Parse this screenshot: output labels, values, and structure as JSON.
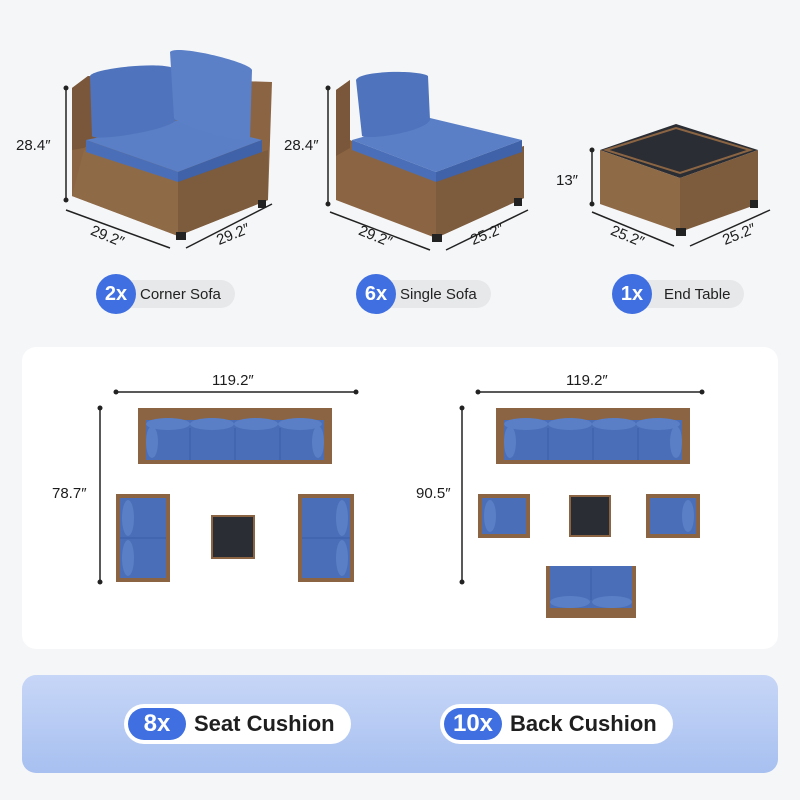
{
  "products": [
    {
      "count": "2x",
      "name": "Corner Sofa",
      "height": "28.4″",
      "width": "29.2″",
      "depth": "29.2″"
    },
    {
      "count": "6x",
      "name": "Single Sofa",
      "height": "28.4″",
      "width": "29.2″",
      "depth": "25.2″"
    },
    {
      "count": "1x",
      "name": "End Table",
      "height": "13″",
      "width": "25.2″",
      "depth": "25.2″"
    }
  ],
  "layouts": [
    {
      "width": "119.2″",
      "height": "78.7″"
    },
    {
      "width": "119.2″",
      "height": "90.5″"
    }
  ],
  "cushions": [
    {
      "count": "8x",
      "name": "Seat Cushion"
    },
    {
      "count": "10x",
      "name": "Back Cushion"
    }
  ],
  "colors": {
    "accent": "#3f6fe0",
    "cushion_blue": "#4a6fb8",
    "wicker_brown": "#8b6543",
    "glass_top": "#2a2d33"
  }
}
